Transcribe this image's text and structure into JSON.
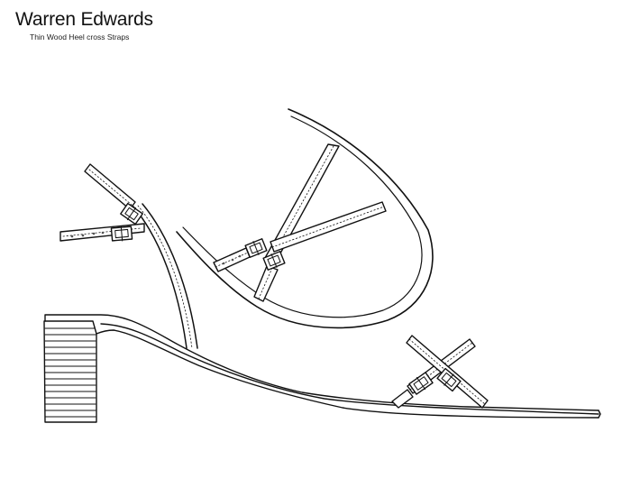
{
  "header": {
    "title": "Warren Edwards",
    "subtitle": "Thin Wood Heel cross Straps"
  },
  "colors": {
    "line": "#111111",
    "background": "#ffffff"
  },
  "drawing": {
    "subject": "sandal",
    "parts": [
      "heel",
      "sole",
      "ankle-strap",
      "toe-strap",
      "buckle"
    ]
  }
}
